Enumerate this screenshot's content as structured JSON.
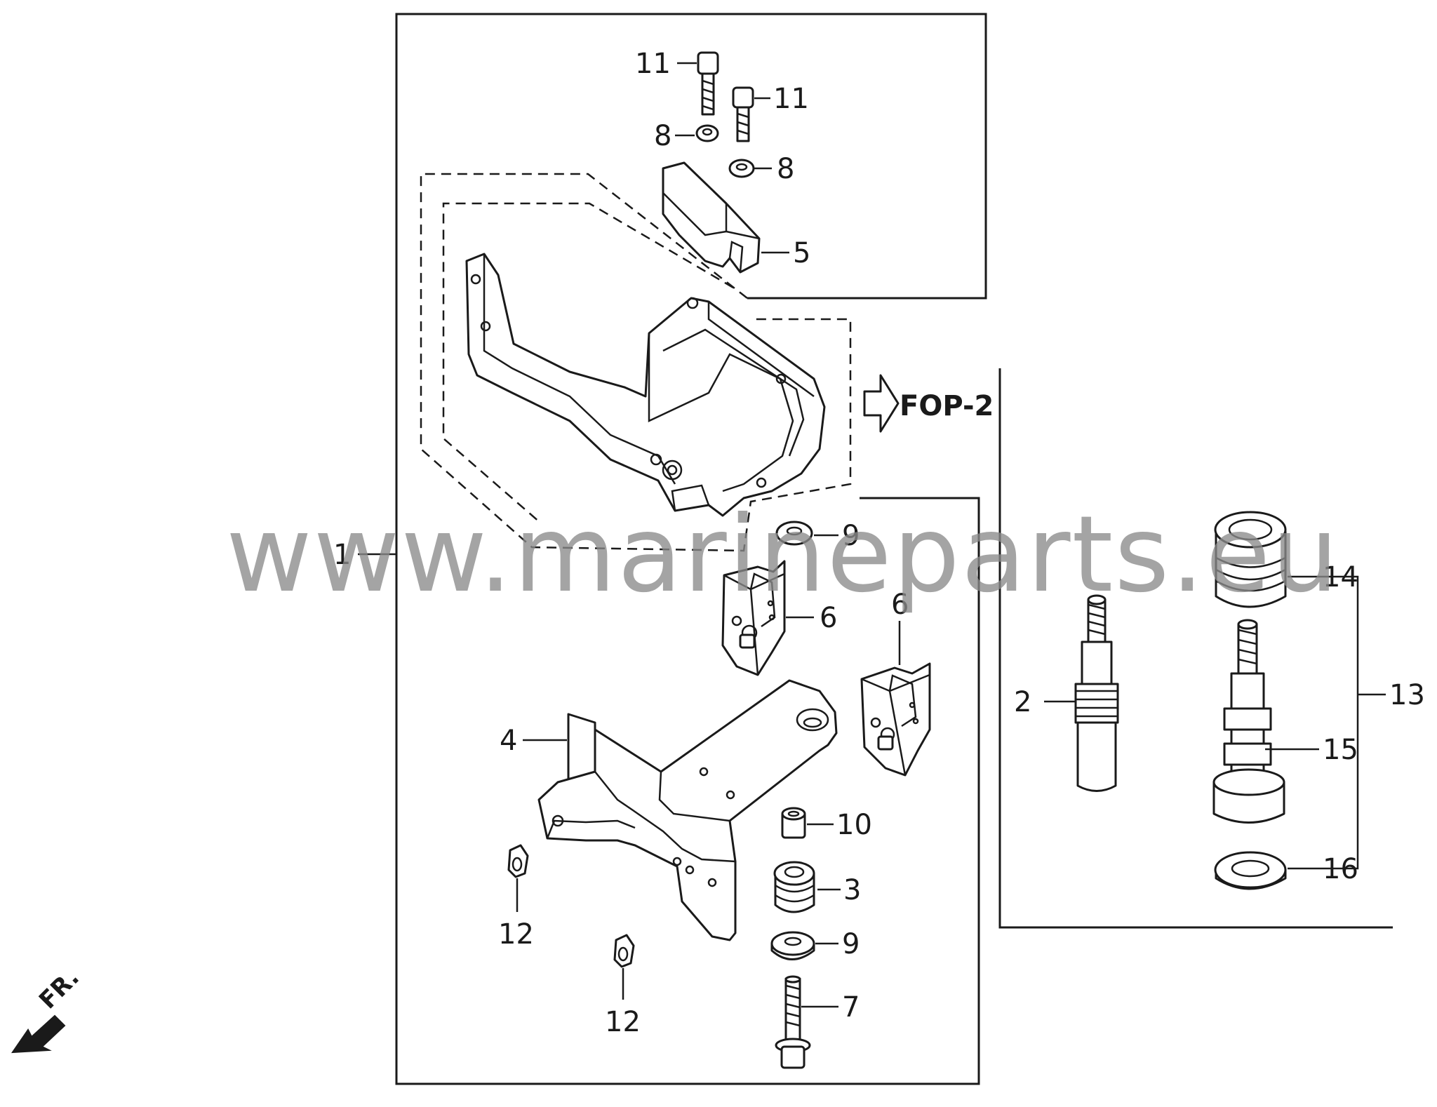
{
  "diagram": {
    "watermark": "www.marineparts.eu",
    "reference_arrow": "FOP-2",
    "direction_marker": "FR.",
    "callouts": [
      {
        "id": "c1",
        "label": "1"
      },
      {
        "id": "c2",
        "label": "2"
      },
      {
        "id": "c3",
        "label": "3"
      },
      {
        "id": "c4",
        "label": "4"
      },
      {
        "id": "c5",
        "label": "5"
      },
      {
        "id": "c6a",
        "label": "6"
      },
      {
        "id": "c6b",
        "label": "6"
      },
      {
        "id": "c7",
        "label": "7"
      },
      {
        "id": "c8a",
        "label": "8"
      },
      {
        "id": "c8b",
        "label": "8"
      },
      {
        "id": "c9a",
        "label": "9"
      },
      {
        "id": "c9b",
        "label": "9"
      },
      {
        "id": "c10",
        "label": "10"
      },
      {
        "id": "c11a",
        "label": "11"
      },
      {
        "id": "c11b",
        "label": "11"
      },
      {
        "id": "c12a",
        "label": "12"
      },
      {
        "id": "c12b",
        "label": "12"
      },
      {
        "id": "c13",
        "label": "13"
      },
      {
        "id": "c14",
        "label": "14"
      },
      {
        "id": "c15",
        "label": "15"
      },
      {
        "id": "c16",
        "label": "16"
      }
    ]
  }
}
